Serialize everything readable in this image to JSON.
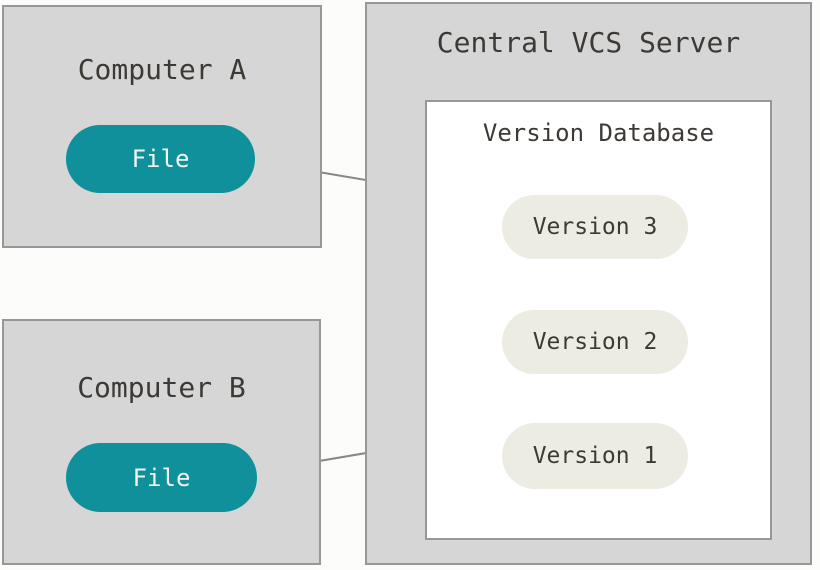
{
  "diagram": {
    "computer_a": {
      "title": "Computer A",
      "file_label": "File"
    },
    "computer_b": {
      "title": "Computer B",
      "file_label": "File"
    },
    "server": {
      "title": "Central VCS Server",
      "database": {
        "title": "Version Database",
        "versions": [
          "Version 3",
          "Version 2",
          "Version 1"
        ]
      }
    },
    "colors": {
      "background": "#fcfcfa",
      "box_fill": "#d6d6d6",
      "box_border": "#979797",
      "db_fill": "#ffffff",
      "pill_teal": "#10909a",
      "pill_teal_text": "#f2f6f6",
      "pill_beige": "#edece3",
      "text": "#3d3a36",
      "arrow": "#8c8680"
    }
  }
}
